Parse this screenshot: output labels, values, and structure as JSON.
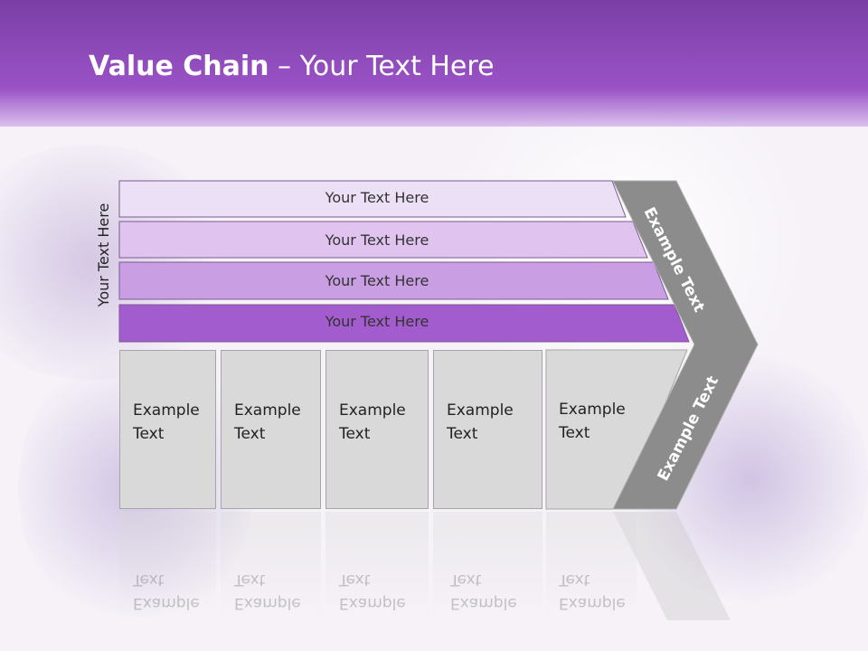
{
  "title": {
    "bold": "Value Chain",
    "rest": " – Your Text Here"
  },
  "side_label": "Your Text Here",
  "bars": [
    {
      "label": "Your Text Here",
      "color": "#ece0f6"
    },
    {
      "label": "Your Text Here",
      "color": "#e0c4ef"
    },
    {
      "label": "Your Text Here",
      "color": "#c99ee3"
    },
    {
      "label": "Your Text Here",
      "color": "#a35cce"
    }
  ],
  "cells": [
    {
      "label": "Example\nText"
    },
    {
      "label": "Example\nText"
    },
    {
      "label": "Example\nText"
    },
    {
      "label": "Example\nText"
    },
    {
      "label": "Example\nText"
    }
  ],
  "chevron": {
    "upper_label": "Example Text",
    "lower_label": "Example Text",
    "color": "#8c8c8c"
  }
}
